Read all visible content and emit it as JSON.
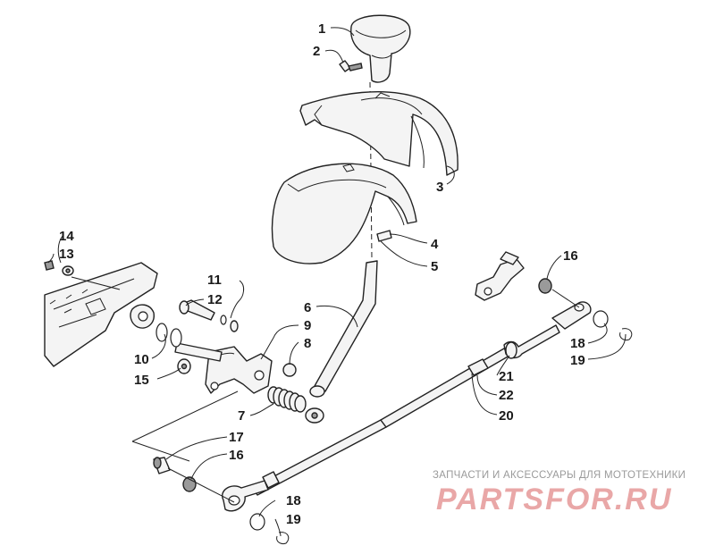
{
  "diagram": {
    "callouts": [
      {
        "id": "c1",
        "label": "1"
      },
      {
        "id": "c2",
        "label": "2"
      },
      {
        "id": "c3",
        "label": "3"
      },
      {
        "id": "c4",
        "label": "4"
      },
      {
        "id": "c5",
        "label": "5"
      },
      {
        "id": "c6",
        "label": "6"
      },
      {
        "id": "c7",
        "label": "7"
      },
      {
        "id": "c8",
        "label": "8"
      },
      {
        "id": "c9",
        "label": "9"
      },
      {
        "id": "c10",
        "label": "10"
      },
      {
        "id": "c11",
        "label": "11"
      },
      {
        "id": "c12",
        "label": "12"
      },
      {
        "id": "c13",
        "label": "13"
      },
      {
        "id": "c14",
        "label": "14"
      },
      {
        "id": "c15",
        "label": "15"
      },
      {
        "id": "c16a",
        "label": "16"
      },
      {
        "id": "c16b",
        "label": "16"
      },
      {
        "id": "c17",
        "label": "17"
      },
      {
        "id": "c18a",
        "label": "18"
      },
      {
        "id": "c18b",
        "label": "18"
      },
      {
        "id": "c19a",
        "label": "19"
      },
      {
        "id": "c19b",
        "label": "19"
      },
      {
        "id": "c20",
        "label": "20"
      },
      {
        "id": "c21",
        "label": "21"
      },
      {
        "id": "c22",
        "label": "22"
      }
    ]
  },
  "watermark": {
    "caption": "ЗАПЧАСТИ И АКСЕССУАРЫ ДЛЯ МОТОТЕХНИКИ",
    "brand": "PARTSFOR.RU"
  }
}
